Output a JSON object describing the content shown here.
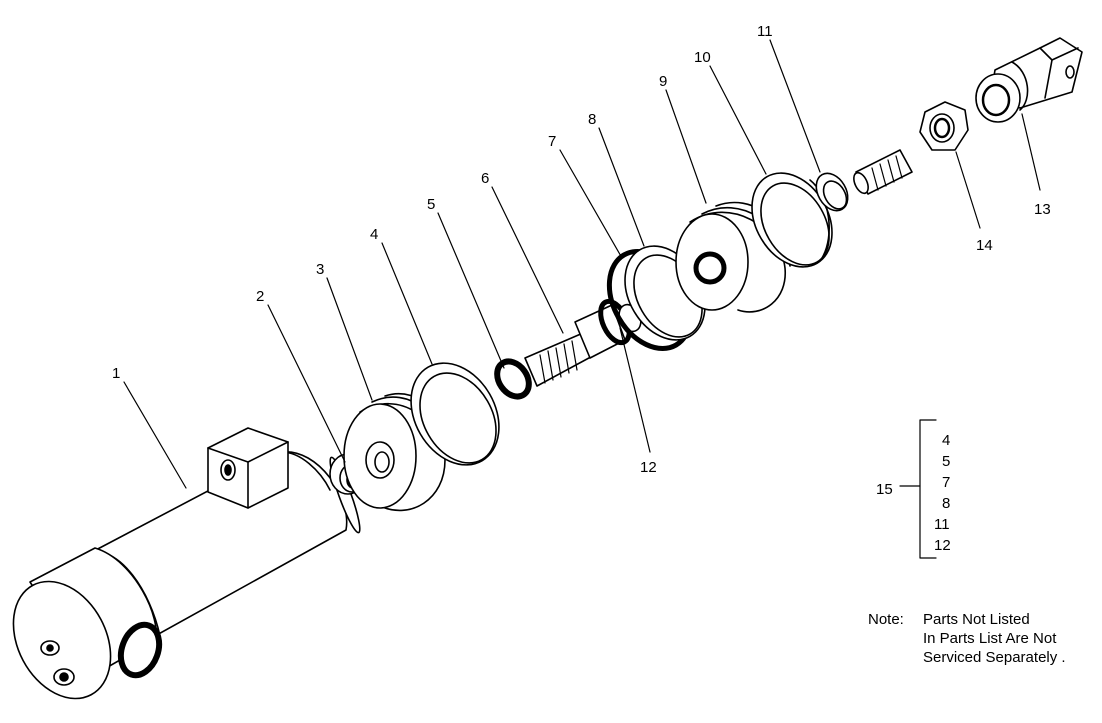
{
  "callouts": {
    "c1": "1",
    "c2": "2",
    "c3": "3",
    "c4": "4",
    "c5": "5",
    "c6": "6",
    "c7": "7",
    "c8": "8",
    "c9": "9",
    "c10": "10",
    "c11": "11",
    "c12": "12",
    "c13": "13",
    "c14": "14"
  },
  "kit": {
    "label": "15",
    "items": [
      "4",
      "5",
      "7",
      "8",
      "11",
      "12"
    ]
  },
  "note": {
    "label": "Note:",
    "lines": [
      "Parts Not Listed",
      "In Parts List Are Not",
      "Serviced Separately ."
    ]
  }
}
